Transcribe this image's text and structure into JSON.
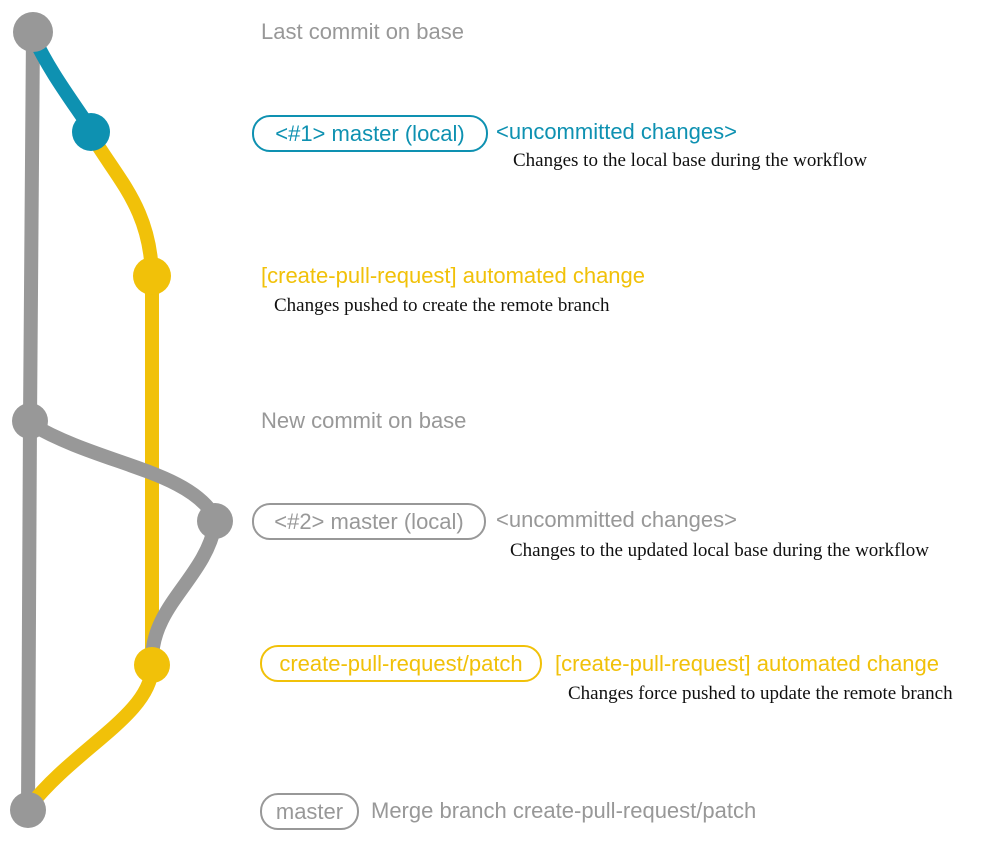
{
  "diagram": {
    "colors": {
      "base_gray": "#989898",
      "local_blue": "#0e91b1",
      "pr_yellow": "#f1c109",
      "note_black": "#101010",
      "background": "#ffffff"
    },
    "annotations": {
      "last_commit": {
        "message": "Last commit on base"
      },
      "local_1": {
        "branch_label": "<#1> master (local)",
        "status": "<uncommitted changes>",
        "note": "Changes to the local base during the workflow"
      },
      "pr_1": {
        "message": "[create-pull-request] automated change",
        "note": "Changes pushed to create the remote branch"
      },
      "new_commit": {
        "message": "New commit on base"
      },
      "local_2": {
        "branch_label": "<#2> master (local)",
        "status": "<uncommitted changes>",
        "note": "Changes to the updated local base during the workflow"
      },
      "pr_2": {
        "branch_label": "create-pull-request/patch",
        "message": "[create-pull-request] automated change",
        "note": "Changes force pushed to update the remote branch"
      },
      "merge": {
        "branch_label": "master",
        "message": "Merge branch create-pull-request/patch"
      }
    }
  }
}
